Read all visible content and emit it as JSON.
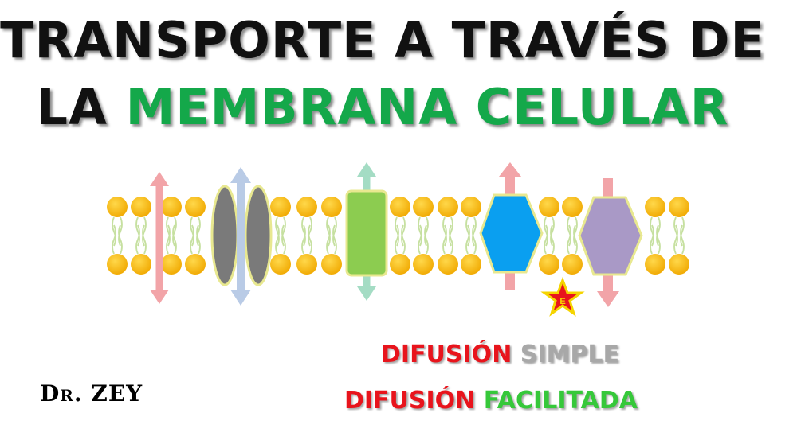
{
  "title": {
    "line1": "TRANSPORTE A TRAVÉS DE",
    "line2_a": "LA",
    "line2_b": "MEMBRANA CELULAR"
  },
  "captions": {
    "simple_a": "DIFUSIÓN",
    "simple_b": "SIMPLE",
    "facilitada_a": "DIFUSIÓN",
    "facilitada_b": "FACILITADA"
  },
  "energy_label": "E",
  "author": "Dr. ZEY",
  "colors": {
    "lipid_head": "#f5b400",
    "channel_gray": "#7a7a7a",
    "protein_green": "#8ccc50",
    "protein_blue": "#0a9ff0",
    "protein_purple": "#a999c6",
    "arrow_pink": "#f2a4a8",
    "arrow_blue": "#b9cbe6",
    "arrow_teal": "#a4dcc4"
  }
}
